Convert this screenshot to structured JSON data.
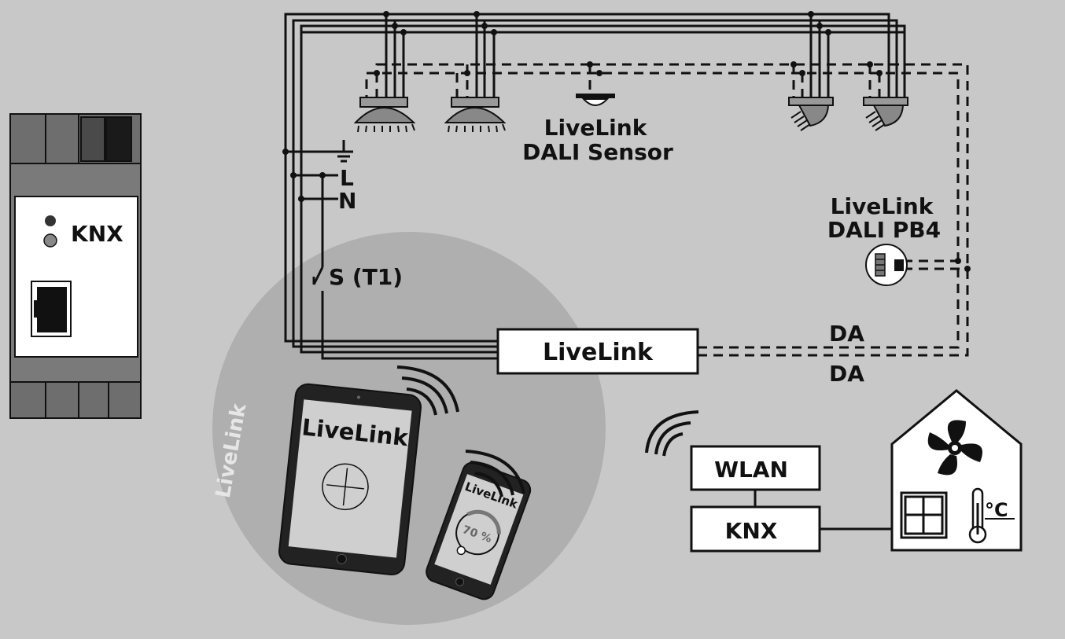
{
  "labels": {
    "knx_device": "KNX",
    "dali_sensor_line1": "LiveLink",
    "dali_sensor_line2": "DALI Sensor",
    "earth": "",
    "live": "L",
    "neutral": "N",
    "switch": "S (T1)",
    "pb4_line1": "LiveLink",
    "pb4_line2": "DALI PB4",
    "controller": "LiveLink",
    "da_top": "DA",
    "da_bottom": "DA",
    "circle_label": "LiveLink",
    "tablet_title": "LiveLink",
    "phone_title": "LiveLink",
    "phone_value": "70 %",
    "wlan": "WLAN",
    "knx_box": "KNX",
    "temp_unit": "°C"
  },
  "colors": {
    "background": "#c8c8c8",
    "line": "#111111",
    "wifi_circle": "#afafaf",
    "device_body": "#7a7a7a",
    "box_fill": "#ffffff"
  },
  "icons": [
    "ceiling-lamp-icon",
    "wall-spot-icon",
    "sensor-icon",
    "earth-symbol-icon",
    "switch-icon",
    "wifi-icon",
    "tablet-icon",
    "phone-icon",
    "house-icon",
    "fan-icon",
    "window-icon",
    "thermometer-icon"
  ]
}
